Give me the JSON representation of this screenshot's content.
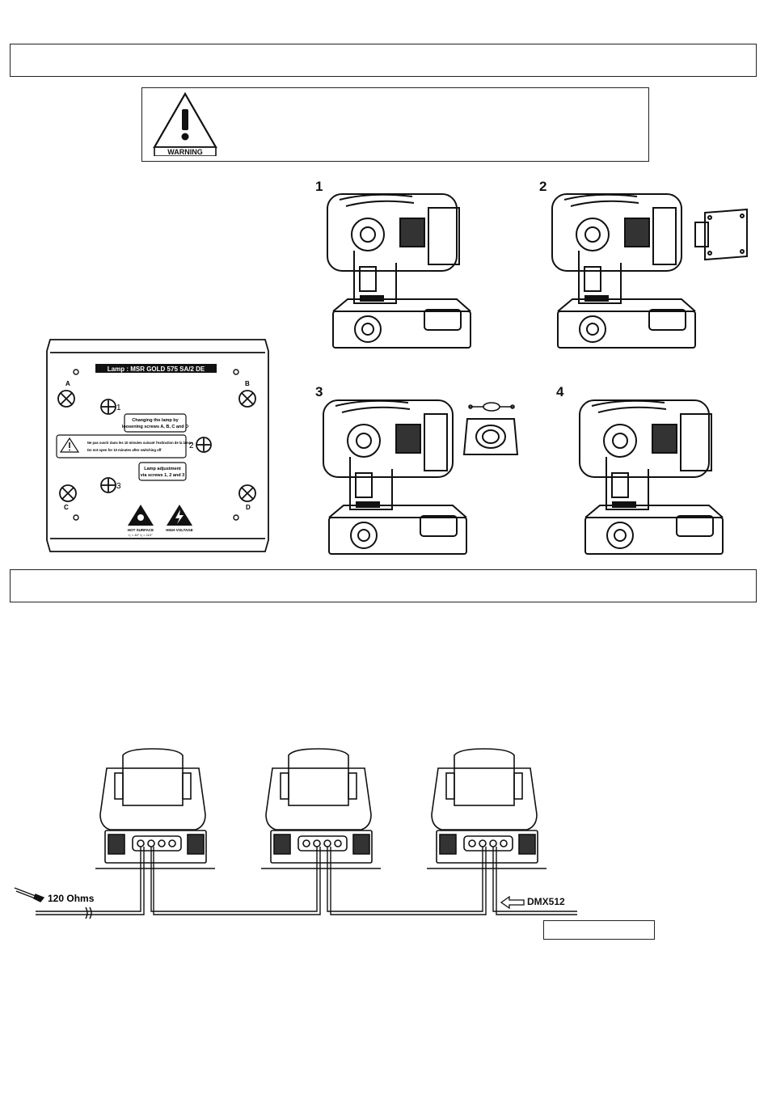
{
  "warning": {
    "icon_label": "WARNING"
  },
  "steps": [
    {
      "label": "1"
    },
    {
      "label": "2"
    },
    {
      "label": "3"
    },
    {
      "label": "4"
    }
  ],
  "lamp_panel": {
    "lamp_title": "Lamp : MSR GOLD 575 SA/2 DE",
    "corner_screws": [
      "A",
      "B",
      "C",
      "D"
    ],
    "adjust_screws": [
      "1",
      "2",
      "3"
    ],
    "changing_text_1": "Changing the lamp by",
    "changing_text_2": "loosening screws A, B, C and D",
    "warning_text_1": "Ne pas ouvrir dans les 10 minutes suivant l'extinction de la lampe",
    "warning_text_2": "Do not open for 10 minutes after switching off",
    "adjust_text_1": "Lamp adjustment",
    "adjust_text_2": "via screws 1, 2 and 3",
    "hot_surface_label": "HOT SURFACE",
    "hot_surface_temps": "t₁ = 40° t₂ = 110°",
    "high_voltage_label": "HIGH VOLTAGE"
  },
  "dmx_diagram": {
    "terminator_label": "120 Ohms",
    "input_label": "DMX512"
  }
}
